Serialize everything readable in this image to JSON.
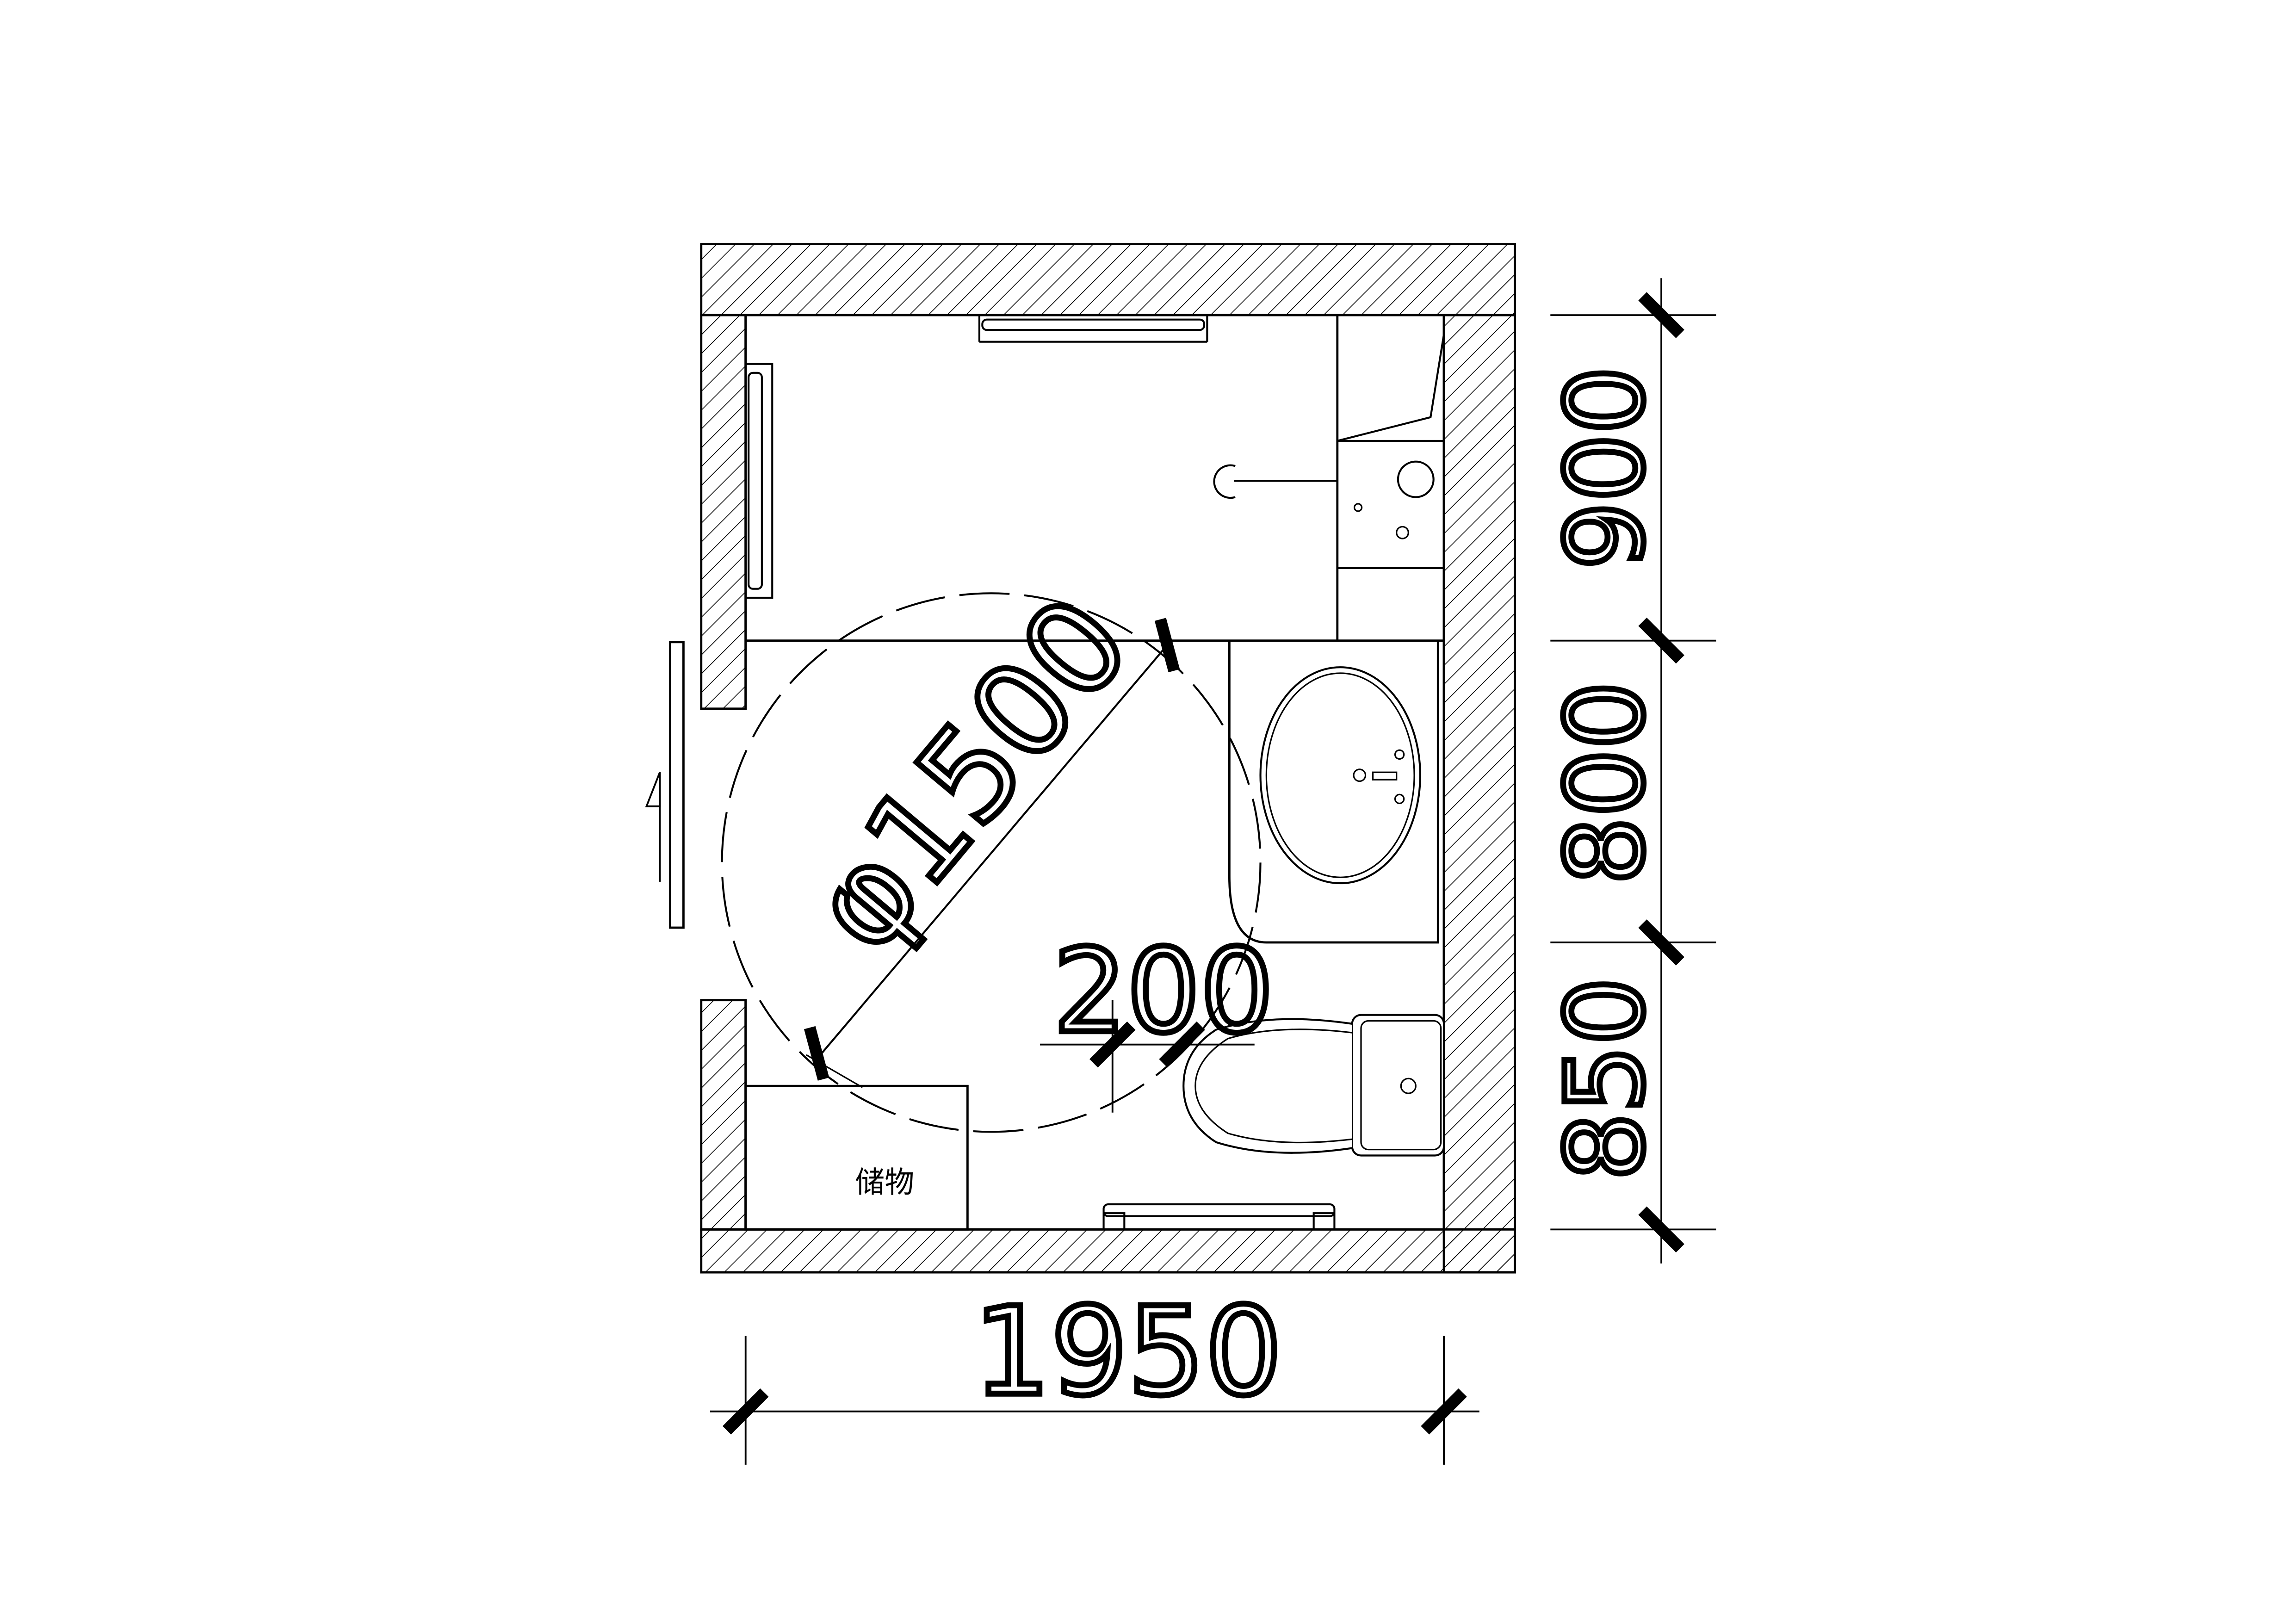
{
  "plan": {
    "dimensions": {
      "total_width": "1950",
      "height_top": "900",
      "height_middle": "800",
      "height_bottom": "850",
      "turning_diameter": "φ1500",
      "clearance": "200"
    },
    "labels": {
      "storage": "储物"
    },
    "colors": {
      "line": "#000000",
      "background": "#ffffff"
    }
  }
}
